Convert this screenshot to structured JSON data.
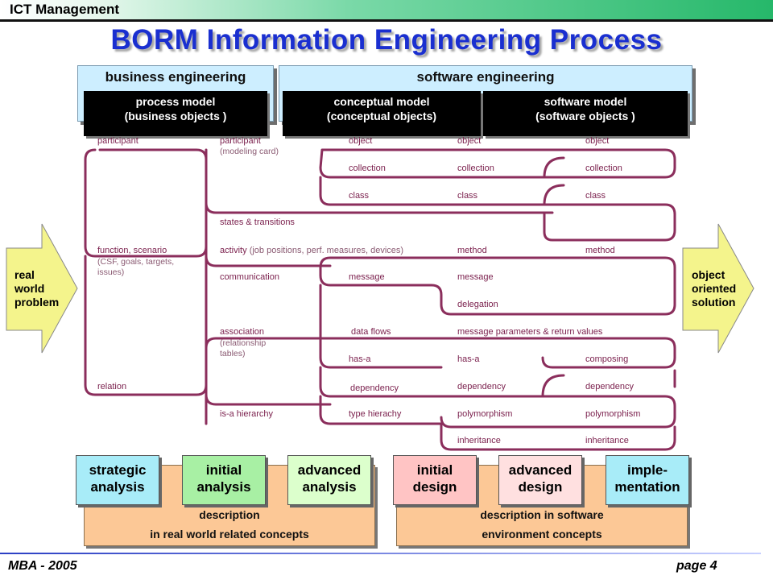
{
  "header": {
    "title": "ICT Management"
  },
  "title": "BORM Information Engineering Process",
  "engineering": {
    "business": "business engineering",
    "software": "software engineering"
  },
  "models": {
    "process": {
      "line1": "process  model",
      "line2": "(business  objects )"
    },
    "conceptual": {
      "line1": "conceptual   model",
      "line2": "(conceptual   objects)"
    },
    "software": {
      "line1": "software   model",
      "line2": "(software objects )"
    }
  },
  "arrows": {
    "left": [
      "real",
      "world",
      "problem"
    ],
    "right": [
      "object",
      "oriented",
      "solution"
    ]
  },
  "columns": {
    "business": {
      "participant": "participant",
      "function": "function, scenario",
      "function_note": "(CSF, goals, targets,",
      "function_note2": "issues)",
      "relation": "relation"
    },
    "process": {
      "participant": "participant",
      "participant_note": "(modeling card)",
      "states": "states & transitions",
      "activity": "activity",
      "activity_note": "(job positions, perf. measures, devices)",
      "communication": "communication",
      "association": "association",
      "association_note": "(relationship",
      "association_note2": "tables)",
      "isa": "is-a hierarchy"
    },
    "conceptual": {
      "object": "object",
      "collection": "collection",
      "class": "class",
      "message": "message",
      "dataflows": "data flows",
      "hasa": "has-a",
      "dependency": "dependency",
      "typehierarchy": "type  hierachy"
    },
    "initial_design": {
      "object": "object",
      "collection": "collection",
      "class": "class",
      "method": "method",
      "message": "message",
      "delegation": "delegation",
      "msgparams": "message parameters & return values",
      "hasa": "has-a",
      "dependency": "dependency",
      "polymorphism": "polymorphism",
      "inheritance": "inheritance"
    },
    "software": {
      "object": "object",
      "collection": "collection",
      "class": "class",
      "method": "method",
      "composing": "composing",
      "dependency": "dependency",
      "polymorphism": "polymorphism",
      "inheritance": "inheritance"
    }
  },
  "phases": [
    {
      "line1": "strategic",
      "line2": "analysis",
      "color": "#a8ecf8"
    },
    {
      "line1": "initial",
      "line2": "analysis",
      "color": "#a8f0a4"
    },
    {
      "line1": "advanced",
      "line2": "analysis",
      "color": "#dcffcc"
    },
    {
      "line1": "initial",
      "line2": "design",
      "color": "#ffc4c4"
    },
    {
      "line1": "advanced",
      "line2": "design",
      "color": "#ffe0e0"
    },
    {
      "line1": "imple-",
      "line2": "mentation",
      "color": "#a8ecf8"
    }
  ],
  "descriptions": {
    "left": {
      "line1": "description",
      "line2": "in  real world related  concepts"
    },
    "right": {
      "line1": "description  in   software",
      "line2": "environment  concepts"
    }
  },
  "footer": {
    "left": "MBA - 2005",
    "right": "page 4"
  },
  "colors": {
    "title": "#1a2fd0",
    "connector": "#8b2e5c",
    "arrow_fill": "#f4f48c",
    "description_fill": "#fcc896",
    "engineering_fill": "#cdeeff"
  }
}
